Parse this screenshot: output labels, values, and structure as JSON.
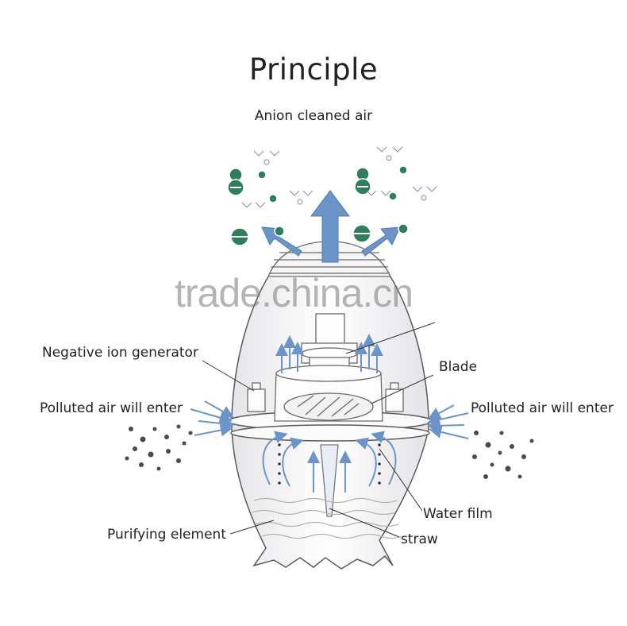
{
  "title": "Principle",
  "subtitle": "Anion cleaned air",
  "watermark": "trade.china.cn",
  "labels": {
    "negative_ion_generator": "Negative ion generator",
    "blade": "Blade",
    "polluted_left": "Polluted air will enter",
    "polluted_right": "Polluted air will enter",
    "water_film": "Water film",
    "purifying_element": "Purifying element",
    "straw": "straw"
  },
  "colors": {
    "arrow_blue": "#6b95c9",
    "anion_green": "#2e7d5b",
    "outline": "#555555",
    "pollutant": "#4a4a4a"
  }
}
